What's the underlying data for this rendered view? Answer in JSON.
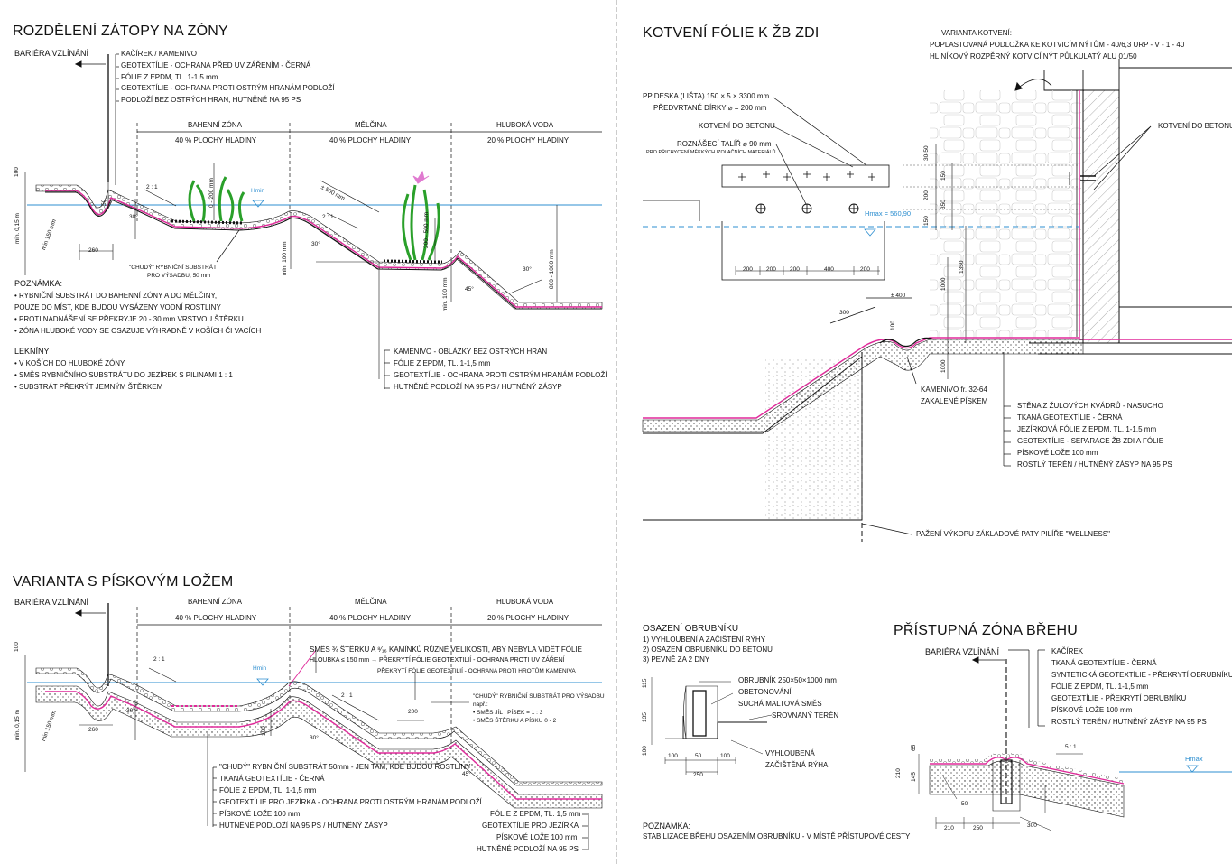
{
  "sec1": {
    "title": "ROZDĚLENÍ ZÁTOPY NA ZÓNY",
    "bariera": "BARIÉRA VZLÍNÁNÍ",
    "layers": [
      "KAČÍREK / KAMENIVO",
      "GEOTEXTÍLIE - OCHRANA PŘED UV ZÁŘENÍM - ČERNÁ",
      "FÓLIE Z EPDM, TL. 1-1,5 mm",
      "GEOTEXTÍLIE - OCHRANA PROTI OSTRÝM HRANÁM PODLOŽÍ",
      "PODLOŽÍ BEZ OSTRÝCH HRAN, HUTNĚNÉ NA 95 PS"
    ],
    "zones": [
      {
        "name": "BAHENNÍ ZÓNA",
        "pct": "40 % PLOCHY HLADINY"
      },
      {
        "name": "MĚLČINA",
        "pct": "40 % PLOCHY HLADINY"
      },
      {
        "name": "HLUBOKÁ VODA",
        "pct": "20 % PLOCHY HLADINY"
      }
    ],
    "hmin": "Hmin",
    "dims": {
      "d100": "100",
      "min015": "min. 0,15 m",
      "min150": "min 150 mm",
      "d260": "260",
      "d50": "50",
      "s21a": "2 : 1",
      "a30a": "30°",
      "d0200": "0 - 200 mm",
      "d500": "± 500 mm",
      "s21b": "2 : 1",
      "d200500": "200 - 500 mm",
      "min100a": "min. 100 mm",
      "a30b": "30°",
      "d8001000": "800 - 1000 mm",
      "min100b": "min. 100 mm",
      "a45": "45°",
      "a30c": "30°"
    },
    "chudy": [
      "\"CHUDÝ\" RYBNIČNÍ SUBSTRÁT",
      "PRO VÝSADBU, 50 mm"
    ],
    "poznamka_title": "POZNÁMKA:",
    "poznamka": [
      "• RYBNIČNÍ SUBSTRÁT DO BAHENNÍ ZÓNY A DO MĚLČINY,",
      "   POUZE DO MÍST, KDE BUDOU VYSÁZENY VODNÍ ROSTLINY",
      "• PROTI NADNÁŠENÍ SE PŘEKRYJE 20 - 30 mm VRSTVOU ŠTĚRKU",
      "• ZÓNA HLUBOKÉ VODY SE OSAZUJE VÝHRADNĚ V KOŠÍCH ČI VACÍCH"
    ],
    "lekniny_title": "LEKNÍNY",
    "lekniny": [
      "• V KOŠÍCH DO HLUBOKÉ ZÓNY",
      "• SMĚS RYBNIČNÍHO SUBSTRÁTU DO JEZÍREK S PILINAMI 1 : 1",
      "• SUBSTRÁT PŘEKRÝT JEMNÝM ŠTĚRKEM"
    ],
    "layers2": [
      "KAMENIVO - OBLÁZKY BEZ OSTRÝCH HRAN",
      "FÓLIE Z EPDM, TL. 1-1,5 mm",
      "GEOTEXTÍLIE - OCHRANA PROTI OSTRÝM HRANÁM PODLOŽÍ",
      "HUTNĚNÉ PODLOŽÍ NA 95 PS / HUTNĚNÝ ZÁSYP"
    ]
  },
  "sec2": {
    "title": "VARIANTA S PÍSKOVÝM LOŽEM",
    "bariera": "BARIÉRA VZLÍNÁNÍ",
    "zones": [
      {
        "name": "BAHENNÍ ZÓNA",
        "pct": "40 % PLOCHY HLADINY"
      },
      {
        "name": "MĚLČINA",
        "pct": "40 % PLOCHY HLADINY"
      },
      {
        "name": "HLUBOKÁ VODA",
        "pct": "20 % PLOCHY HLADINY"
      }
    ],
    "hmin": "Hmin",
    "dims": {
      "d100": "100",
      "min015": "min. 0,15 m",
      "min150": "min 150 mm",
      "d260": "260",
      "s21a": "2 : 1",
      "a30a": "30°",
      "d100b": "100",
      "s21b": "2 : 1",
      "a30b": "30°",
      "d200": "200",
      "a45": "45°"
    },
    "smes": [
      "SMĚS ¾ ŠTĚRKU A ⁸⁄₁₆ KAMÍNKŮ RŮZNÉ VELIKOSTI, ABY NEBYLA VIDĚT FÓLIE",
      "HLOUBKA ≤ 150 mm → PŘEKRYTÍ FÓLIE GEOTEXTILIÍ - OCHRANA PROTI UV ZÁŘENÍ",
      "PŘEKRYTÍ FÓLIE GEOTEXTILIÍ - OCHRANA PROTI HROTŮM KAMENIVA"
    ],
    "chudy": [
      "\"CHUDÝ\" RYBNIČNÍ SUBSTRÁT PRO VÝSADBU",
      "např.:",
      "• SMĚS JÍL : PÍSEK = 1 : 3",
      "• SMĚS ŠTĚRKU A PÍSKU 0 - 2"
    ],
    "layers": [
      "\"CHUDÝ\" RYBNIČNÍ SUBSTRÁT 50mm - JEN TAM, KDE BUDOU ROSTLINY",
      "TKANÁ GEOTEXTÍLIE - ČERNÁ",
      "FÓLIE Z EPDM, TL. 1-1,5 mm",
      "GEOTEXTÍLIE PRO JEZÍRKA - OCHRANA PROTI OSTRÝM HRANÁM PODLOŽÍ",
      "PÍSKOVÉ LOŽE 100 mm",
      "HUTNĚNÉ PODLOŽÍ NA 95 PS / HUTNĚNÝ ZÁSYP"
    ],
    "layers2": [
      "FÓLIE Z EPDM, TL. 1,5 mm",
      "GEOTEXTÍLIE PRO JEZÍRKA",
      "PÍSKOVÉ LOŽE 100 mm",
      "HUTNĚNÉ PODLOŽÍ NA 95 PS"
    ]
  },
  "sec3": {
    "title": "KOTVENÍ FÓLIE K ŽB ZDI",
    "varianta": [
      "VARIANTA KOTVENÍ:",
      "POPLASTOVANÁ PODLOŽKA KE KOTVICÍM NÝTŮM - 40/6,3 URP - V - 1 - 40",
      "HLINÍKOVÝ ROZPĚRNÝ KOTVICÍ NÝT PŮLKULATÝ ALU 01/50"
    ],
    "left": [
      "PP DESKA (LIŠTA) 150 × 5 × 3300 mm",
      "PŘEDVRTANÉ DÍRKY ⌀ = 200 mm",
      "KOTVENÍ DO BETONU",
      "ROZNÁŠECÍ TALÍŘ ⌀ 90 mm",
      "PRO PŘICHYCENÍ MĚKKÝCH IZOLAČNÍCH MATERIÁLŮ"
    ],
    "kotveni_right": "KOTVENÍ DO BETONU",
    "hmax": "Hmax = 560,90",
    "dims": {
      "d3050": "30-50",
      "d150": "150",
      "d200": "200",
      "d350": "350",
      "d150b": "150",
      "d1350": "1350",
      "d1000": "1000",
      "d100": "100",
      "d1000b": "1000",
      "d300": "300",
      "d400": "± 400",
      "b1": "200",
      "b2": "200",
      "b3": "200",
      "b4": "400",
      "b5": "200"
    },
    "kamenivo": [
      "KAMENIVO fr. 32-64",
      "ZAKALENÉ PÍSKEM"
    ],
    "layers": [
      "STĚNA Z ŽULOVÝCH KVÁDRŮ - NASUCHO",
      "TKANÁ GEOTEXTÍLIE - ČERNÁ",
      "JEZÍRKOVÁ FÓLIE Z EPDM, TL. 1-1,5 mm",
      "GEOTEXTÍLIE - SEPARACE ŽB ZDI A FÓLIE",
      "PÍSKOVÉ LOŽE 100 mm",
      "ROSTLÝ TERÉN / HUTNĚNÝ ZÁSYP NA 95 PS"
    ],
    "pazeni": "PAŽENÍ VÝKOPU ZÁKLADOVÉ PATY PILÍŘE \"WELLNESS\""
  },
  "sec4": {
    "title": "OSAZENÍ OBRUBNÍKU",
    "steps": [
      "1) VYHLOUBENÍ A ZAČIŠTĚNÍ RÝHY",
      "2) OSAZENÍ OBRUBNÍKU DO BETONU",
      "3) PEVNĚ ZA 2 DNY"
    ],
    "labels": [
      "OBRUBNÍK 250×50×1000 mm",
      "OBETONOVÁNÍ",
      "SUCHÁ MALTOVÁ SMĚS",
      "SROVNANÝ TERÉN",
      "VYHLOUBENÁ",
      "ZAČIŠTĚNÁ RÝHA"
    ],
    "dims": {
      "d115": "115",
      "d135": "135",
      "d100": "100",
      "d100a": "100",
      "d50": "50",
      "d100b": "100",
      "d250": "250"
    },
    "poznamka_title": "POZNÁMKA:",
    "poznamka": "STABILIZACE BŘEHU OSAZENÍM OBRUBNÍKU - V MÍSTĚ PŘÍSTUPOVÉ CESTY"
  },
  "sec5": {
    "title": "PŘÍSTUPNÁ ZÓNA BŘEHU",
    "bariera": "BARIÉRA VZLÍNÁNÍ",
    "layers": [
      "KAČÍREK",
      "TKANÁ GEOTEXTÍLIE - ČERNÁ",
      "SYNTETICKÁ GEOTEXTÍLIE - PŘEKRYTÍ OBRUBNÍKU",
      "FÓLIE Z EPDM, TL. 1-1,5 mm",
      "GEOTEXTÍLIE - PŘEKRYTÍ OBRUBNÍKU",
      "PÍSKOVÉ LOŽE 100 mm",
      "ROSTLÝ TERÉN / HUTNĚNÝ ZÁSYP NA 95 PS"
    ],
    "hmax": "Hmax",
    "dims": {
      "s51": "5 : 1",
      "d65": "65",
      "d210": "210",
      "d145": "145",
      "d50": "50",
      "d210b": "210",
      "d250": "250",
      "d300": "300"
    }
  },
  "colors": {
    "water": "#2e8fd0",
    "foil": "#e0299a",
    "plant": "#2aa02a",
    "flower": "#e07ad0"
  }
}
